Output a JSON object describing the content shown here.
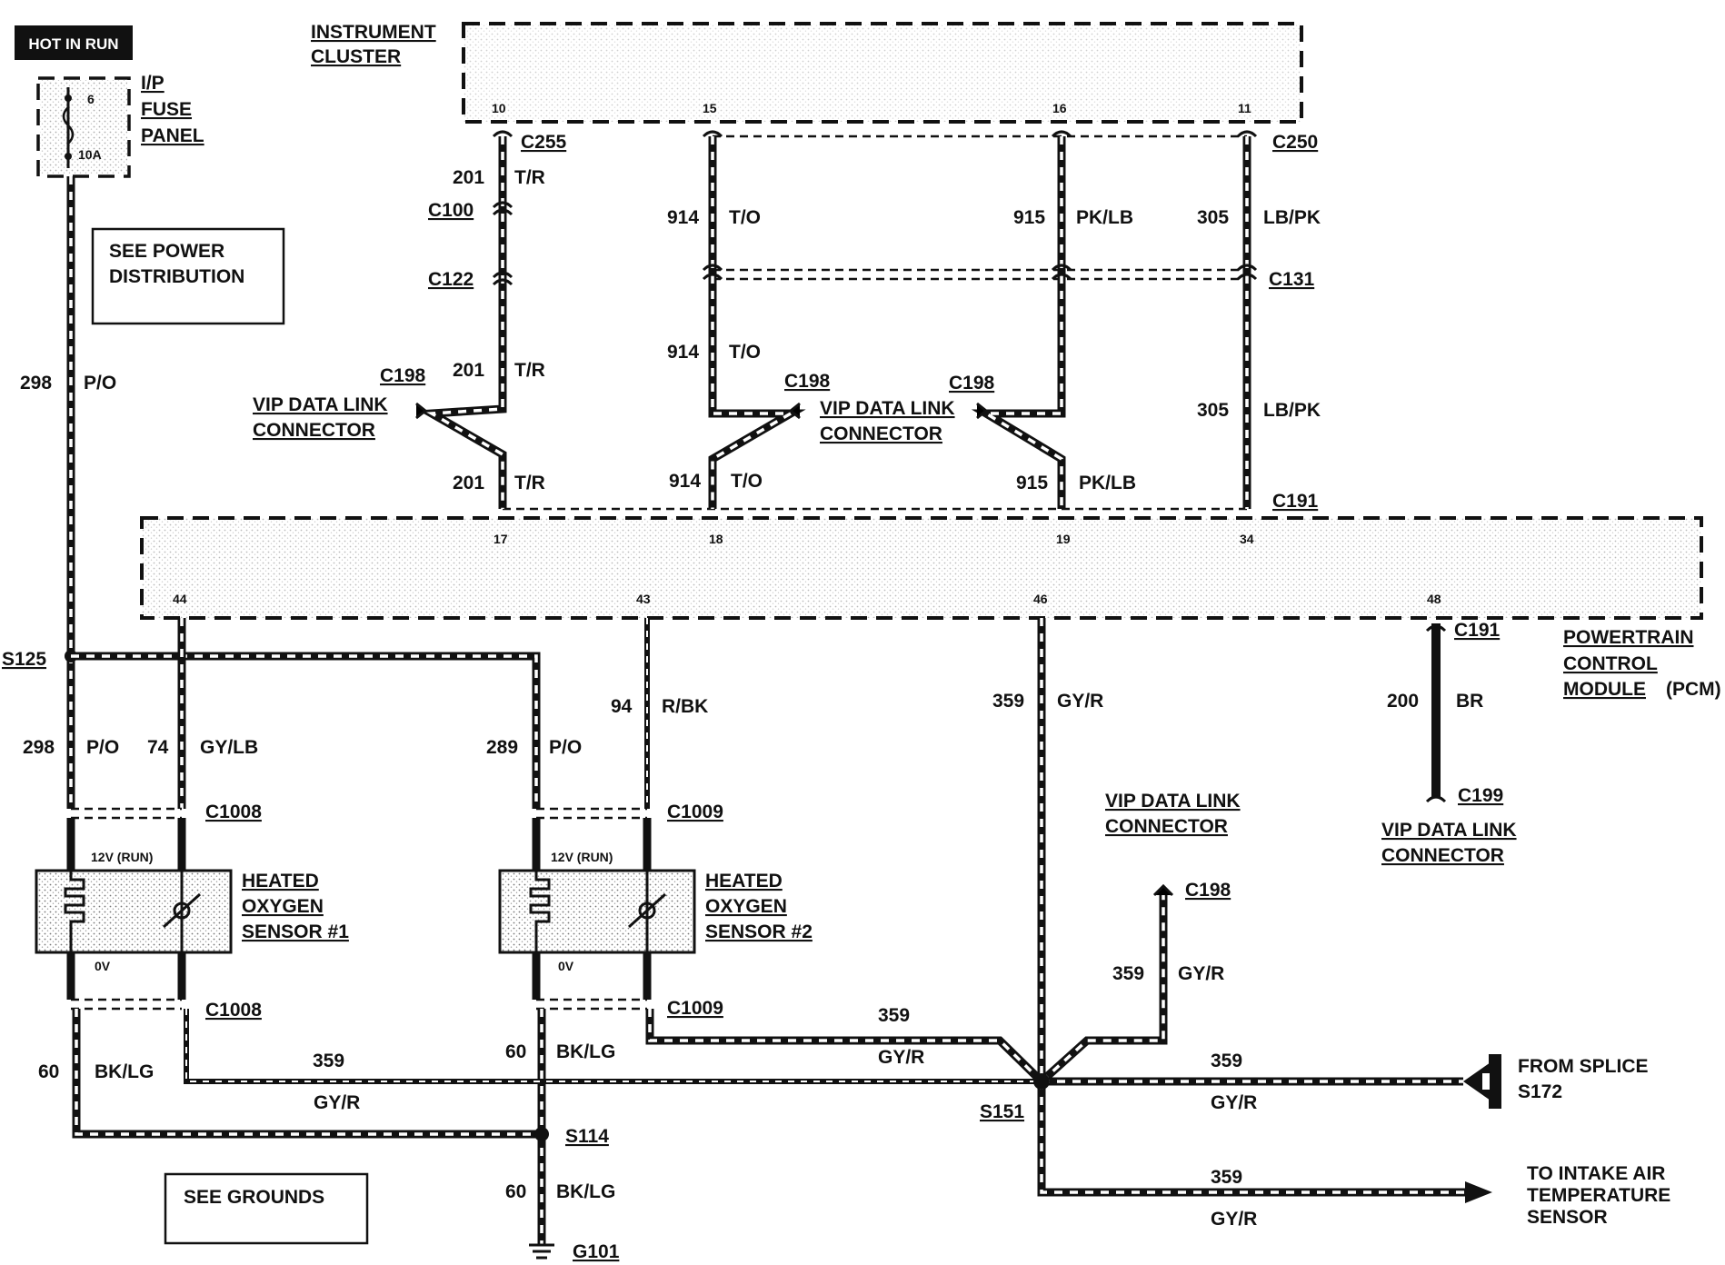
{
  "hot_in_run": "HOT IN RUN",
  "fuse_panel": {
    "line1": "I/P",
    "line2": "FUSE",
    "line3": "PANEL",
    "fuse_no": "6",
    "fuse_amp": "10A"
  },
  "see_power": {
    "line1": "SEE POWER",
    "line2": "DISTRIBUTION"
  },
  "see_grounds": "SEE GROUNDS",
  "instrument_cluster": {
    "line1": "INSTRUMENT",
    "line2": "CLUSTER",
    "pins": [
      "10",
      "15",
      "16",
      "11"
    ]
  },
  "pcm": {
    "line1": "POWERTRAIN",
    "line2": "CONTROL",
    "line3": "MODULE",
    "suffix": "(PCM)",
    "top_pins": [
      "17",
      "18",
      "19",
      "34"
    ],
    "bottom_pins": [
      "44",
      "43",
      "46",
      "48"
    ]
  },
  "connectors": {
    "c255": "C255",
    "c250": "C250",
    "c100": "C100",
    "c122": "C122",
    "c131": "C131",
    "c198": "C198",
    "c191": "C191",
    "c199": "C199",
    "c1008": "C1008",
    "c1009": "C1009"
  },
  "vip": {
    "line1": "VIP DATA LINK",
    "line2": "CONNECTOR"
  },
  "splices": {
    "s125": "S125",
    "s151": "S151",
    "s114": "S114",
    "g101": "G101"
  },
  "circuits": {
    "n201": "201",
    "c201": "T/R",
    "n914": "914",
    "c914": "T/O",
    "n915": "915",
    "c915": "PK/LB",
    "n305": "305",
    "c305": "LB/PK",
    "n298": "298",
    "c298": "P/O",
    "n74": "74",
    "c74": "GY/LB",
    "n289": "289",
    "c289": "P/O",
    "n94": "94",
    "c94": "R/BK",
    "n359": "359",
    "c359": "GY/R",
    "n200": "200",
    "c200": "BR",
    "n60": "60",
    "c60": "BK/LG"
  },
  "sensor1": {
    "line1": "HEATED",
    "line2": "OXYGEN",
    "line3": "SENSOR #1",
    "v12": "12V (RUN)",
    "v0": "0V"
  },
  "sensor2": {
    "line1": "HEATED",
    "line2": "OXYGEN",
    "line3": "SENSOR #2",
    "v12": "12V (RUN)",
    "v0": "0V"
  },
  "from_splice": {
    "line1": "FROM SPLICE",
    "line2": "S172"
  },
  "to_iat": {
    "line1": "TO INTAKE AIR",
    "line2": "TEMPERATURE",
    "line3": "SENSOR"
  }
}
